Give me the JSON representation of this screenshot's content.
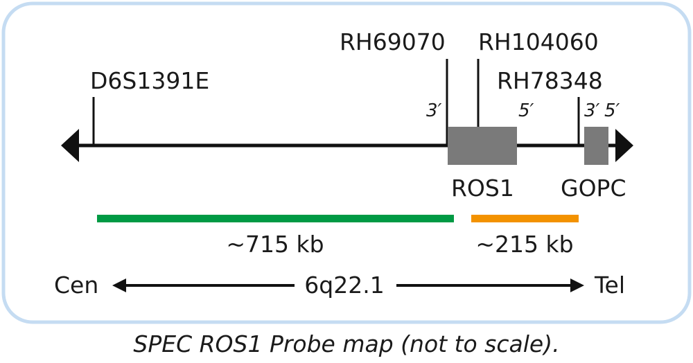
{
  "markers": {
    "d6s1391e": "D6S1391E",
    "rh69070": "RH69070",
    "rh104060": "RH104060",
    "rh78348": "RH78348"
  },
  "ends": {
    "ros1_3prime": "3′",
    "ros1_5prime": "5′",
    "gopc_3prime": "3′",
    "gopc_5prime": "5′"
  },
  "genes": {
    "ros1": "ROS1",
    "gopc": "GOPC"
  },
  "probes": {
    "green": {
      "label": "~715 kb",
      "color": "#009a44"
    },
    "orange": {
      "label": "~215 kb",
      "color": "#f39200"
    }
  },
  "locus": {
    "left": "Cen",
    "center": "6q22.1",
    "right": "Tel"
  },
  "caption": "SPEC ROS1 Probe map (not to scale).",
  "colors": {
    "frame": "#c5dcf2",
    "gene_box": "#7a7a7a",
    "line": "#111111"
  }
}
